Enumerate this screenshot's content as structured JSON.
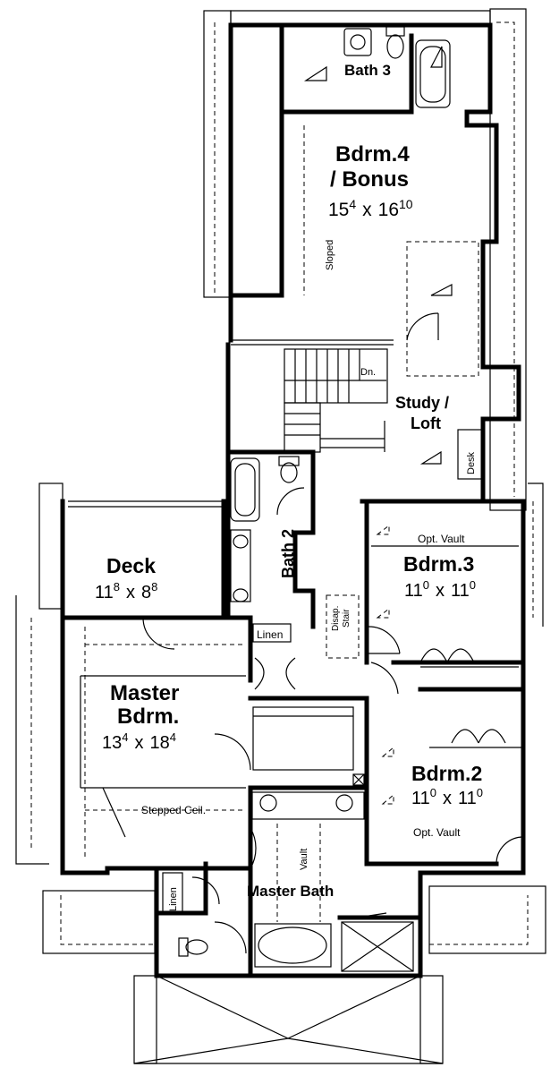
{
  "rooms": {
    "bath3": {
      "label": "Bath 3"
    },
    "bdrm4": {
      "label_line1": "Bdrm.4",
      "label_line2": "/ Bonus",
      "dim_w": "15",
      "dim_w_sup": "4",
      "dim_x": "x",
      "dim_h": "16",
      "dim_h_sup": "10"
    },
    "sloped": {
      "label": "Sloped"
    },
    "dn": {
      "label": "Dn."
    },
    "study": {
      "label_line1": "Study /",
      "label_line2": "Loft"
    },
    "desk": {
      "label": "Desk"
    },
    "bath2": {
      "label": "Bath 2"
    },
    "deck": {
      "label": "Deck",
      "dim_w": "11",
      "dim_w_sup": "8",
      "dim_x": "x",
      "dim_h": "8",
      "dim_h_sup": "8"
    },
    "bdrm3": {
      "label": "Bdrm.3",
      "vault": "Opt. Vault",
      "dim_w": "11",
      "dim_w_sup": "0",
      "dim_x": "x",
      "dim_h": "11",
      "dim_h_sup": "0"
    },
    "disap_stair": {
      "line1": "Disap.",
      "line2": "Stair"
    },
    "linen_upper": {
      "label": "Linen"
    },
    "master_bdrm": {
      "label_line1": "Master",
      "label_line2": "Bdrm.",
      "dim_w": "13",
      "dim_w_sup": "4",
      "dim_x": "x",
      "dim_h": "18",
      "dim_h_sup": "4",
      "ceiling": "Stepped Ceil."
    },
    "bdrm2": {
      "label": "Bdrm.2",
      "vault": "Opt. Vault",
      "dim_w": "11",
      "dim_w_sup": "0",
      "dim_x": "x",
      "dim_h": "11",
      "dim_h_sup": "0"
    },
    "master_bath": {
      "label": "Master Bath",
      "vault": "Vault"
    },
    "linen_lower": {
      "label": "Linen"
    }
  }
}
